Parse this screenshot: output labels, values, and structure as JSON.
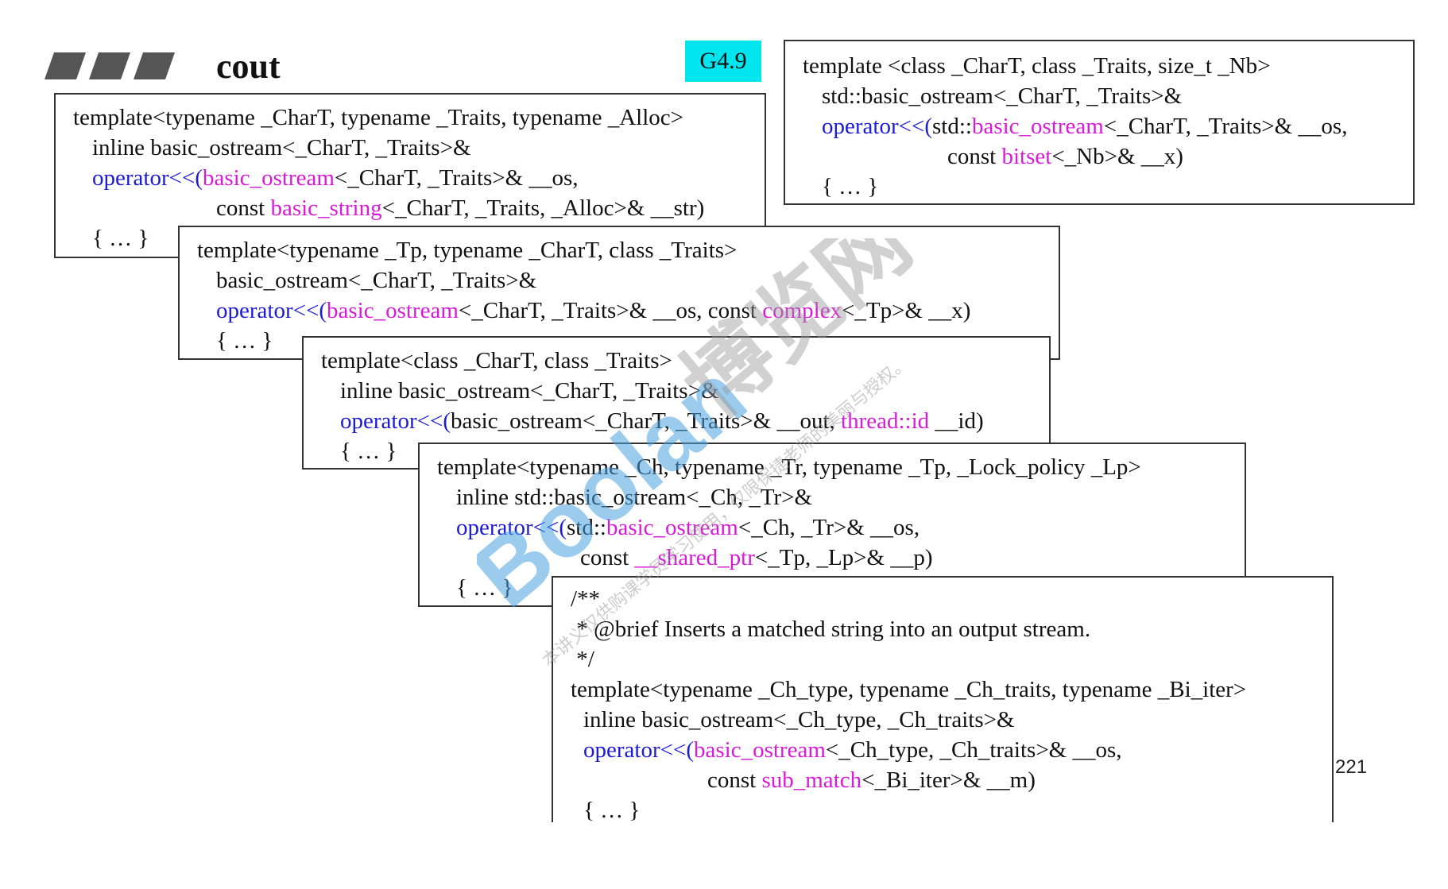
{
  "header": {
    "title": "cout",
    "badge": "G4.9"
  },
  "boxes": {
    "string": {
      "l1": "template<typename _CharT, typename _Traits, typename _Alloc>",
      "l2": "inline basic_ostream<_CharT, _Traits>&",
      "l3_op": "operator<<(",
      "l3_type": "basic_ostream",
      "l3_rest": "<_CharT, _Traits>& __os,",
      "l4_pre": "const ",
      "l4_type": "basic_string",
      "l4_rest": "<_CharT, _Traits, _Alloc>& __str)",
      "l5": "{ … }"
    },
    "bitset": {
      "l1": "template <class _CharT, class _Traits, size_t _Nb>",
      "l2": "std::basic_ostream<_CharT, _Traits>&",
      "l3_op": "operator<<(",
      "l3_ns": "std::",
      "l3_type": "basic_ostream",
      "l3_rest": "<_CharT, _Traits>& __os,",
      "l4_pre": "const ",
      "l4_type": "bitset",
      "l4_rest": "<_Nb>& __x)",
      "l5": "{ … }"
    },
    "complex": {
      "l1": "template<typename _Tp, typename _CharT, class _Traits>",
      "l2": "basic_ostream<_CharT, _Traits>&",
      "l3_op": "operator<<(",
      "l3_type": "basic_ostream",
      "l3_mid": "<_CharT, _Traits>& __os, const ",
      "l3_type2": "complex",
      "l3_rest": "<_Tp>& __x)",
      "l4": "{ … }"
    },
    "thread": {
      "l1": "template<class _CharT, class _Traits>",
      "l2": "inline basic_ostream<_CharT, _Traits>&",
      "l3_op": "operator<<(",
      "l3_mid": "basic_ostream<_CharT, _Traits>& __out, ",
      "l3_type": "thread::id",
      "l3_rest": " __id)",
      "l4": "{ … }"
    },
    "shared_ptr": {
      "l1": "template<typename _Ch, typename _Tr, typename _Tp, _Lock_policy _Lp>",
      "l2": "inline std::basic_ostream<_Ch, _Tr>&",
      "l3_op": "operator<<(",
      "l3_ns": "std::",
      "l3_type": "basic_ostream",
      "l3_rest": "<_Ch, _Tr>& __os,",
      "l4_pre": "const ",
      "l4_type": "__shared_ptr",
      "l4_rest": "<_Tp, _Lp>& __p)",
      "l5": "{ … }"
    },
    "sub_match": {
      "c1": "/**",
      "c2": " * @brief Inserts a matched string into an output stream.",
      "c3": " */",
      "l1": "template<typename _Ch_type, typename _Ch_traits, typename _Bi_iter>",
      "l2": "inline basic_ostream<_Ch_type, _Ch_traits>&",
      "l3_op": "operator<<(",
      "l3_type": "basic_ostream",
      "l3_rest": "<_Ch_type, _Ch_traits>& __os,",
      "l4_pre": "const ",
      "l4_type": "sub_match",
      "l4_rest": "<_Bi_iter>& __m)",
      "l5": "{ … }"
    }
  },
  "watermark": {
    "brand": "Boolan",
    "site": "博览网",
    "note": "本讲义仅供购课学员学习使用，仅限保捷老师的美丽与授权。"
  },
  "footer": {
    "page_number": "221"
  },
  "colors": {
    "keyword": "#1b1bd8",
    "type_highlight": "#d81bd8",
    "badge_bg": "#00e5ee",
    "watermark_blue": "#4aa3e0",
    "watermark_gray": "#b0b0b0"
  }
}
